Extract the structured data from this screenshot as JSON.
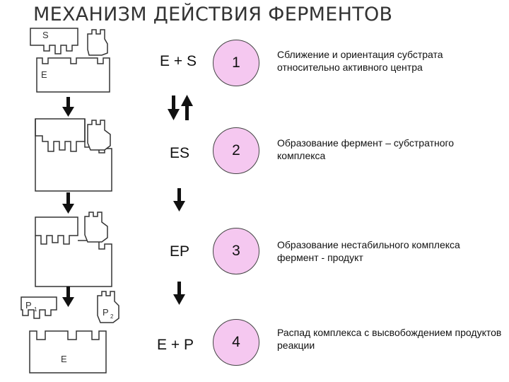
{
  "title": "МЕХАНИЗМ ДЕЙСТВИЯ ФЕРМЕНТОВ",
  "labels": {
    "substrate": "S",
    "enzyme_top": "E",
    "product_1": "P",
    "product_1_sub": "1",
    "product_2": "P",
    "product_2_sub": "2",
    "enzyme_bottom": "E"
  },
  "steps": [
    {
      "formula": "E + S",
      "number": "1",
      "description": "Сближение и ориентация субстрата относительно активного центра"
    },
    {
      "formula": "ES",
      "number": "2",
      "description": "Образование фермент – субстратного комплекса"
    },
    {
      "formula": "EP",
      "number": "3",
      "description": "Образование нестабильного комплекса фермент - продукт"
    },
    {
      "formula": "E + P",
      "number": "4",
      "description": "Распад комплекса с высвобождением продуктов реакции"
    }
  ],
  "colors": {
    "circle_fill": "#f5c8f0",
    "arrow": "#111111",
    "outline": "#333333"
  }
}
